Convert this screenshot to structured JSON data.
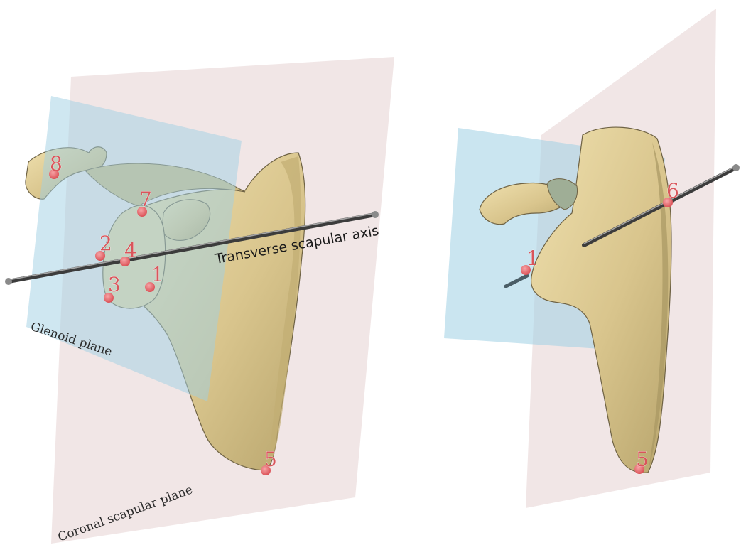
{
  "left_view": {
    "labels": {
      "transverse_axis": "Transverse scapular axis",
      "glenoid_plane": "Glenoid plane",
      "coronal_plane": "Coronal scapular plane"
    },
    "landmarks": [
      {
        "id": "8"
      },
      {
        "id": "7"
      },
      {
        "id": "2"
      },
      {
        "id": "4"
      },
      {
        "id": "3"
      },
      {
        "id": "1"
      },
      {
        "id": "5"
      }
    ]
  },
  "right_view": {
    "landmarks": [
      {
        "id": "6"
      },
      {
        "id": "1"
      },
      {
        "id": "5"
      }
    ]
  },
  "colors": {
    "bone": "#e6d49c",
    "bone_shadow": "#9c8d5c",
    "glenoid_plane": "#a9d5e6",
    "coronal_plane": "#ead9da",
    "landmark": "#e96a6e",
    "axis": "#5a5a5a"
  }
}
